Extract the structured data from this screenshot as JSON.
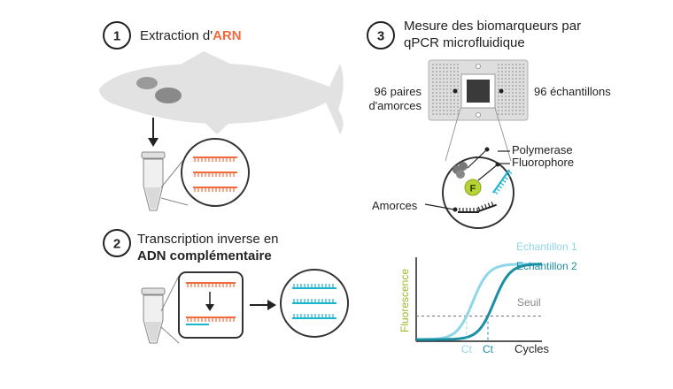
{
  "steps": [
    {
      "number": "1",
      "text": "Extraction d'",
      "highlight": "ARN",
      "highlight_color": "#f26a3d"
    },
    {
      "number": "2",
      "line1": "Transcription inverse en",
      "highlight": "ADN complémentaire",
      "highlight_color": "#1ab5cf"
    },
    {
      "number": "3",
      "line1": "Mesure des biomarqueurs par",
      "line2": "qPCR microfluidique"
    }
  ],
  "chip": {
    "left_label_1": "96 paires",
    "left_label_2": "d'amorces",
    "right_label": "96 échantillons"
  },
  "zoom_labels": {
    "polymerase": "Polymerase",
    "fluorophore": "Fluorophore",
    "fluorophore_letter": "F",
    "amorces": "Amorces"
  },
  "colors": {
    "rna": "#f26a3d",
    "cdna": "#1ab5cf",
    "sample1": "#8fd6e6",
    "sample2": "#1a8fa3",
    "fluorophore": "#b5d334",
    "ylabel": "#9ab82a",
    "threshold": "#888888"
  },
  "chart_data": {
    "type": "line",
    "xlabel": "Cycles",
    "ylabel": "Fluorescence",
    "threshold_label": "Seuil",
    "series": [
      {
        "name": "Echantillon 1",
        "ct_label": "Ct",
        "midpoint": 0.45
      },
      {
        "name": "Echantillon 2",
        "ct_label": "Ct",
        "midpoint": 0.62
      }
    ],
    "threshold": 0.3
  }
}
